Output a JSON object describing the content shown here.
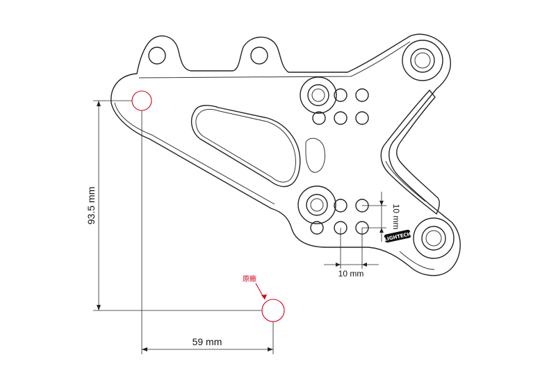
{
  "dimensions": {
    "vertical_label": "93.5 mm",
    "horizontal_label": "59 mm",
    "hole_spacing_x_label": "10 mm",
    "hole_spacing_y_label": "10 mm"
  },
  "annotation": {
    "original_position_label": "原廠",
    "marker_color": "#d0021b"
  },
  "logo": {
    "text": "LIGHTECH"
  }
}
